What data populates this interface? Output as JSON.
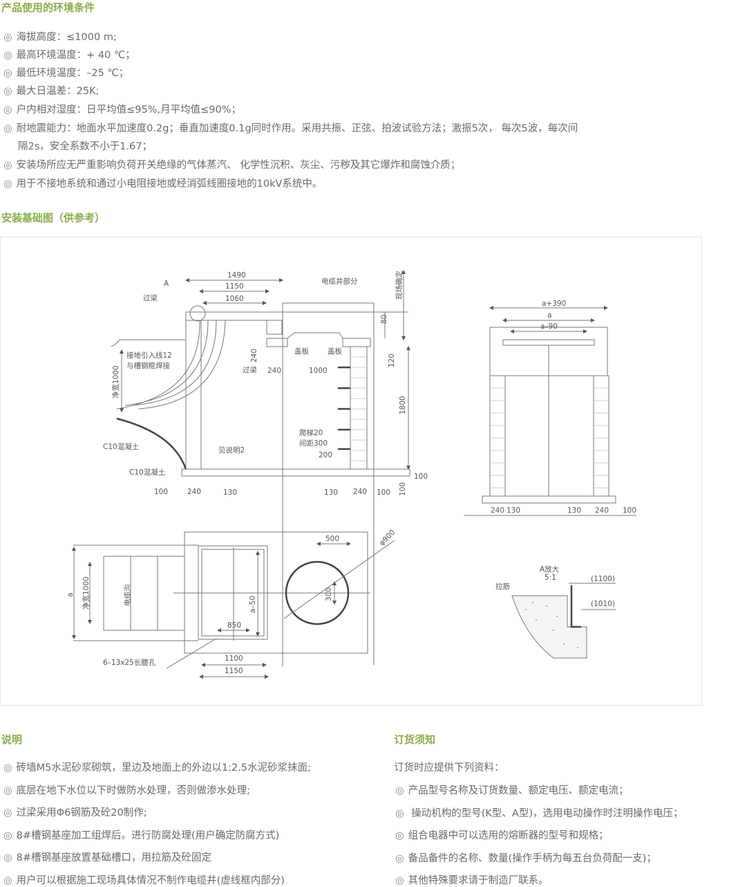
{
  "env": {
    "title": "产品使用的环境条件",
    "bullet": "◎",
    "items": [
      "海拔高度：≤1000 m;",
      "最高环境温度：+ 40 ℃；",
      "最低环境温度：–25 ℃；",
      "最大日温差：25K;",
      "户内相对湿度：日平均值≤95%,月平均值≤90%；",
      "耐地震能力：地面水平加速度0.2g；垂直加速度0.1g同时作用。采用共振、正弦、拍波试验方法；激振5次， 每次5波，每次间",
      "隔2s，安全系数不小于1.67；",
      "安装场所应无严重影响负荷开关绝缘的气体蒸汽、 化学性沉积、灰尘、污秽及其它爆炸和腐蚀介质；",
      "用于不接地系统和通过小电阻接地或经消弧线圈接地的10kV系统中。"
    ]
  },
  "install": {
    "title": "安装基础图（供参考）"
  },
  "drawing": {
    "d1490": "1490",
    "d1150": "1150",
    "d1060": "1060",
    "A": "A",
    "guoliang": "过梁",
    "cable_well": "电缆井部分",
    "site": "现场确定",
    "d80": "80",
    "d120": "120",
    "d1800": "1800",
    "d240v": "240",
    "guoliang2": "过梁",
    "d240": "240",
    "d1000": "1000",
    "gaiban1": "盖板",
    "gaiban2": "盖板",
    "ground": "接地引入线12",
    "ground2": "与槽钢框焊接",
    "net1000": "净宽1000",
    "c10a": "C10混凝土",
    "c10b": "C10混凝土",
    "see2": "见说明2",
    "ladder": "爬梯20",
    "spacing": "间距300",
    "d200": "200",
    "b100": "100",
    "b240": "240",
    "b130": "130",
    "b130r": "130",
    "b240r": "240",
    "b100r": "100",
    "r100": "100",
    "r100v": "100",
    "a390": "a+390",
    "a": "a",
    "a90": "a–90",
    "s240": "240",
    "s130": "130",
    "s130r": "130",
    "s240r": "240",
    "s100": "100",
    "d500": "500",
    "phi900": "φ900",
    "d300": "300",
    "a50": "a–50",
    "d850": "850",
    "d1100": "1100",
    "d1150b": "1150",
    "holes": "6–13x25长腰孔",
    "trench": "电缆沟",
    "net1000b": "净宽1000",
    "av": "a",
    "detail": "A放大",
    "scale": "5:1",
    "lajin": "拉筋",
    "p1100": "(1100)",
    "p1010": "(1010)"
  },
  "notes": {
    "title": "说明",
    "items": [
      "砖墙M5水泥砂浆砌筑，里边及地面上的外边以1:2.5水泥砂浆抹面;",
      "底层在地下水位以下时做防水处理，否则做渗水处理;",
      "过梁采用Φ6钢筋及砼20制作;",
      "8#槽钢基座加工组焊后。进行防腐处理(用户确定防腐方式)",
      "8#槽钢基座放置基础槽口，用拉筋及砼固定",
      "用户可以根据施工现场具体情况不制作电缆井(虚线框内部分)"
    ]
  },
  "order": {
    "title": "订货须知",
    "intro": "订货时应提供下列资料：",
    "items": [
      "产品型号名称及订货数量、额定电压、额定电流；",
      " 操动机构的型号(K型、A型)，选用电动操作时注明操作电压；",
      "组合电器中可以选用的熔断器的型号和规格；",
      "备品备件的名称、数量(操作手柄为每五台负荷配一支)；",
      "其他特殊要求请于制造厂联系。"
    ]
  }
}
